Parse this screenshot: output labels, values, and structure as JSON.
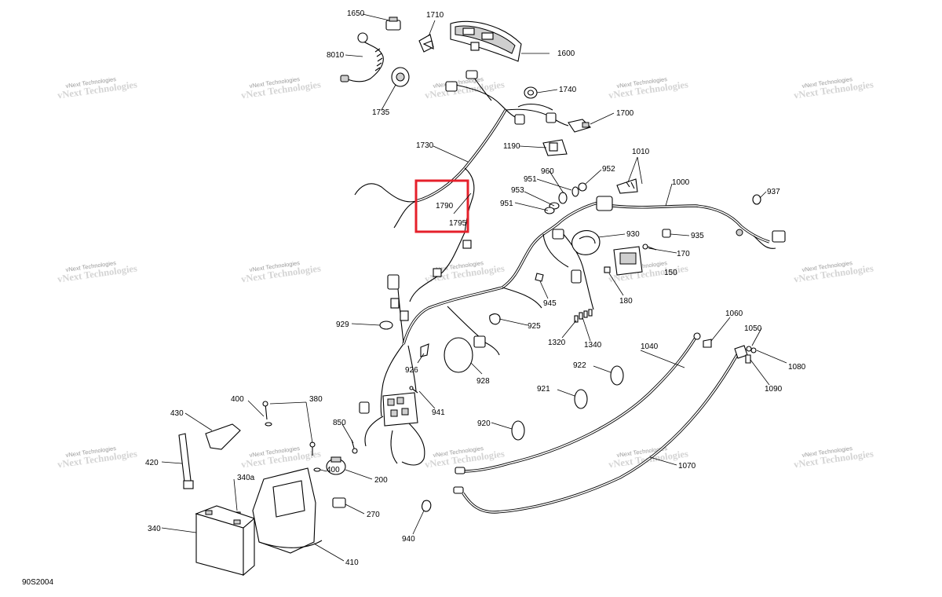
{
  "diagram_code": "90S2004",
  "watermark": {
    "line1": "vNext Technologies",
    "line2": "vNext Technologies"
  },
  "callouts": {
    "c1650": "1650",
    "c1710": "1710",
    "c1600": "1600",
    "c8010": "8010",
    "c1735": "1735",
    "c1740": "1740",
    "c1700": "1700",
    "c1730": "1730",
    "c1190": "1190",
    "c1010": "1010",
    "c960": "960",
    "c952": "952",
    "c951a": "951",
    "c953": "953",
    "c951b": "951",
    "c1000": "1000",
    "c937": "937",
    "c1790": "1790",
    "c1795": "1795",
    "c930": "930",
    "c935": "935",
    "c170": "170",
    "c150": "150",
    "c180": "180",
    "c945": "945",
    "c929": "929",
    "c925": "925",
    "c1320": "1320",
    "c1340": "1340",
    "c926": "926",
    "c928": "928",
    "c1060": "1060",
    "c1050": "1050",
    "c1040": "1040",
    "c922": "922",
    "c1080": "1080",
    "c1090": "1090",
    "c921": "921",
    "c941": "941",
    "c430": "430",
    "c400a": "400",
    "c380": "380",
    "c850": "850",
    "c920": "920",
    "c420": "420",
    "c400b": "400",
    "c340a": "340a",
    "c200": "200",
    "c1070": "1070",
    "c270": "270",
    "c340": "340",
    "c940": "940",
    "c410": "410"
  },
  "highlight": {
    "color": "#e5202b",
    "parts": [
      "1790",
      "1795"
    ]
  }
}
